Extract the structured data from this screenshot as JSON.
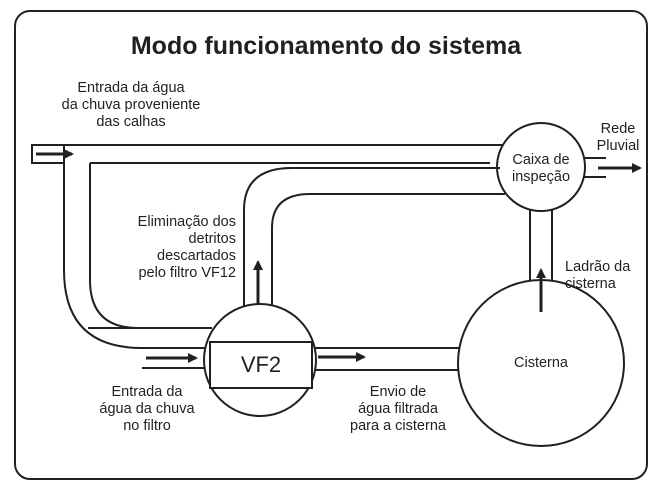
{
  "title": "Modo funcionamento do sistema",
  "labels": {
    "entrada_agua": [
      "Entrada da água",
      "da chuva proveniente",
      "das calhas"
    ],
    "rede_pluvial": [
      "Rede",
      "Pluvial"
    ],
    "caixa_inspecao": [
      "Caixa de",
      "inspeção"
    ],
    "eliminacao": [
      "Eliminação dos",
      "detritos",
      "descartados",
      "pelo filtro VF12"
    ],
    "ladrao": [
      "Ladrão da",
      "cisterna"
    ],
    "vf2": "VF2",
    "cisterna": "Cisterna",
    "entrada_filtro": [
      "Entrada da",
      "água da chuva",
      "no filtro"
    ],
    "envio": [
      "Envio de",
      "água filtrada",
      "para a cisterna"
    ]
  },
  "colors": {
    "stroke": "#231f20",
    "background": "#ffffff"
  }
}
